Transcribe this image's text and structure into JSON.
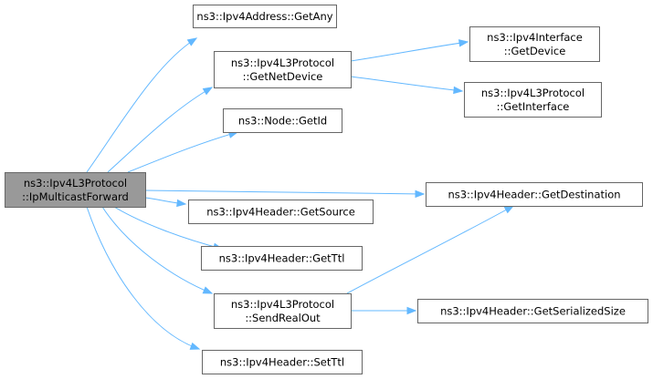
{
  "colors": {
    "root_fill": "#999999",
    "node_fill": "#ffffff",
    "edge": "#63b8ff"
  },
  "nodes": [
    {
      "id": "root",
      "lines": [
        "ns3::Ipv4L3Protocol",
        "::IpMulticastForward"
      ]
    },
    {
      "id": "getany",
      "lines": [
        "ns3::Ipv4Address::GetAny"
      ]
    },
    {
      "id": "getnetdevice",
      "lines": [
        "ns3::Ipv4L3Protocol",
        "::GetNetDevice"
      ]
    },
    {
      "id": "ifacegetdevice",
      "lines": [
        "ns3::Ipv4Interface",
        "::GetDevice"
      ]
    },
    {
      "id": "getinterface",
      "lines": [
        "ns3::Ipv4L3Protocol",
        "::GetInterface"
      ]
    },
    {
      "id": "nodegetid",
      "lines": [
        "ns3::Node::GetId"
      ]
    },
    {
      "id": "getdestination",
      "lines": [
        "ns3::Ipv4Header::GetDestination"
      ]
    },
    {
      "id": "getsource",
      "lines": [
        "ns3::Ipv4Header::GetSource"
      ]
    },
    {
      "id": "getttl",
      "lines": [
        "ns3::Ipv4Header::GetTtl"
      ]
    },
    {
      "id": "sendrealout",
      "lines": [
        "ns3::Ipv4L3Protocol",
        "::SendRealOut"
      ]
    },
    {
      "id": "getserializedsize",
      "lines": [
        "ns3::Ipv4Header::GetSerializedSize"
      ]
    },
    {
      "id": "setttl",
      "lines": [
        "ns3::Ipv4Header::SetTtl"
      ]
    }
  ],
  "edges": [
    {
      "from": "root",
      "to": "getany"
    },
    {
      "from": "root",
      "to": "getnetdevice"
    },
    {
      "from": "root",
      "to": "nodegetid"
    },
    {
      "from": "root",
      "to": "getdestination"
    },
    {
      "from": "root",
      "to": "getsource"
    },
    {
      "from": "root",
      "to": "getttl"
    },
    {
      "from": "root",
      "to": "sendrealout"
    },
    {
      "from": "root",
      "to": "setttl"
    },
    {
      "from": "getnetdevice",
      "to": "ifacegetdevice"
    },
    {
      "from": "getnetdevice",
      "to": "getinterface"
    },
    {
      "from": "sendrealout",
      "to": "getdestination"
    },
    {
      "from": "sendrealout",
      "to": "getserializedsize"
    }
  ]
}
